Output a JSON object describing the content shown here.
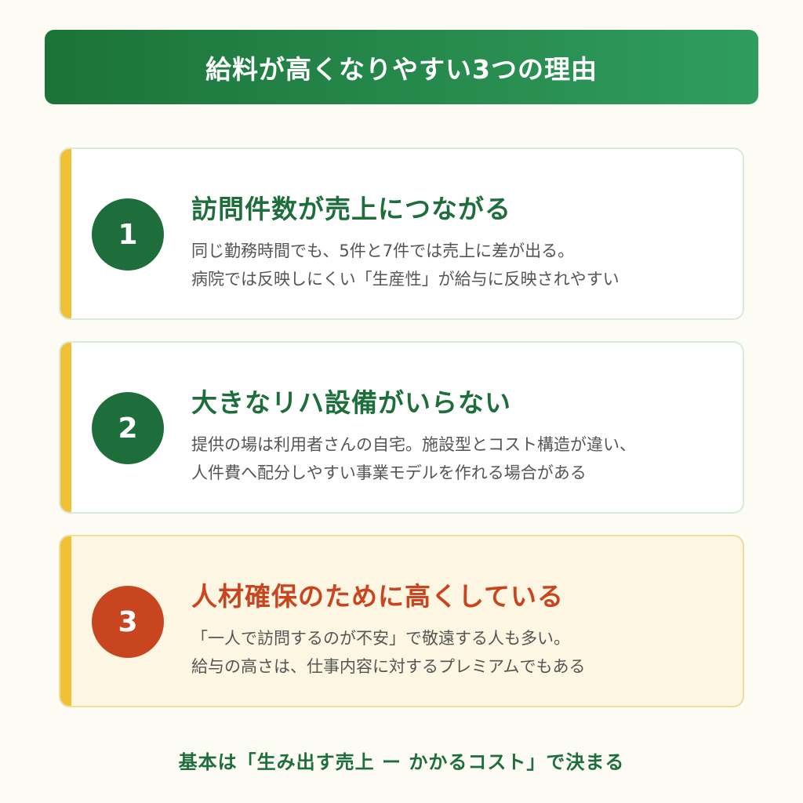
{
  "header": {
    "title": "給料が高くなりやすい3つの理由"
  },
  "cards": [
    {
      "number": "1",
      "title": "訪問件数が売上につながる",
      "body_lines": [
        "同じ勤務時間でも、5件と7件では売上に差が出る。",
        "病院では反映しにくい「生産性」が給与に反映されやすい"
      ]
    },
    {
      "number": "2",
      "title": "大きなリハ設備がいらない",
      "body_lines": [
        "提供の場は利用者さんの自宅。施設型とコスト構造が違い、",
        "人件費へ配分しやすい事業モデルを作れる場合がある"
      ]
    },
    {
      "number": "3",
      "title": "人材確保のために高くしている",
      "body_lines": [
        "「一人で訪問するのが不安」で敬遠する人も多い。",
        "給与の高さは、仕事内容に対するプレミアムでもある"
      ]
    }
  ],
  "footer": {
    "text": "基本は「生み出す売上 ー かかるコスト」で決まる"
  },
  "colors": {
    "header_gradient_start": "#1c7338",
    "header_gradient_end": "#2f9d5e",
    "primary_green": "#1d6e3b",
    "accent_orange": "#c9451f",
    "accent_bar_yellow": "#f0c035",
    "highlight_card_bg": "#fdf6e2",
    "page_bg": "#fcfbf4"
  }
}
